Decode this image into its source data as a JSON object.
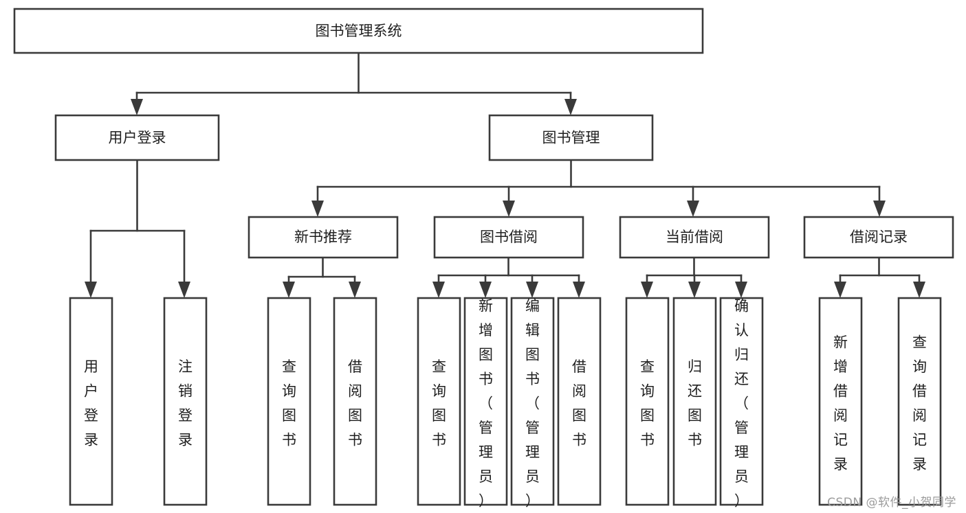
{
  "diagram": {
    "type": "tree-hierarchy",
    "title": "图书管理系统",
    "watermark": "CSDN @软件_小贺同学",
    "colors": {
      "box_stroke": "#3a3a3a",
      "box_fill": "#ffffff",
      "text": "#1f1f1f",
      "connector": "#3a3a3a",
      "watermark": "#9b9b9b",
      "background": "#ffffff"
    },
    "levels": [
      {
        "level": 1,
        "nodes": [
          {
            "id": "root",
            "label": "图书管理系统",
            "orientation": "horizontal"
          }
        ]
      },
      {
        "level": 2,
        "nodes": [
          {
            "id": "login",
            "label": "用户登录",
            "orientation": "horizontal",
            "parent": "root"
          },
          {
            "id": "bookmgmt",
            "label": "图书管理",
            "orientation": "horizontal",
            "parent": "root"
          }
        ]
      },
      {
        "level": 3,
        "nodes": [
          {
            "id": "newbook",
            "label": "新书推荐",
            "orientation": "horizontal",
            "parent": "bookmgmt"
          },
          {
            "id": "borrow",
            "label": "图书借阅",
            "orientation": "horizontal",
            "parent": "bookmgmt"
          },
          {
            "id": "current",
            "label": "当前借阅",
            "orientation": "horizontal",
            "parent": "bookmgmt"
          },
          {
            "id": "records",
            "label": "借阅记录",
            "orientation": "horizontal",
            "parent": "bookmgmt"
          }
        ]
      },
      {
        "level": 4,
        "nodes": [
          {
            "id": "leaf1",
            "label": "用户登录",
            "orientation": "vertical",
            "parent": "login"
          },
          {
            "id": "leaf2",
            "label": "注销登录",
            "orientation": "vertical",
            "parent": "login"
          },
          {
            "id": "leaf3",
            "label": "查询图书",
            "orientation": "vertical",
            "parent": "newbook"
          },
          {
            "id": "leaf4",
            "label": "借阅图书",
            "orientation": "vertical",
            "parent": "newbook"
          },
          {
            "id": "leaf5",
            "label": "查询图书",
            "orientation": "vertical",
            "parent": "borrow"
          },
          {
            "id": "leaf6",
            "label": "新增图书（管理员）",
            "orientation": "vertical",
            "parent": "borrow"
          },
          {
            "id": "leaf7",
            "label": "编辑图书（管理员）",
            "orientation": "vertical",
            "parent": "borrow"
          },
          {
            "id": "leaf8",
            "label": "借阅图书",
            "orientation": "vertical",
            "parent": "borrow"
          },
          {
            "id": "leaf9",
            "label": "查询图书",
            "orientation": "vertical",
            "parent": "current"
          },
          {
            "id": "leaf10",
            "label": "归还图书",
            "orientation": "vertical",
            "parent": "current"
          },
          {
            "id": "leaf11",
            "label": "确认归还（管理员）",
            "orientation": "vertical",
            "parent": "current"
          },
          {
            "id": "leaf12",
            "label": "新增借阅记录",
            "orientation": "vertical",
            "parent": "records"
          },
          {
            "id": "leaf13",
            "label": "查询借阅记录",
            "orientation": "vertical",
            "parent": "records"
          }
        ]
      }
    ]
  }
}
